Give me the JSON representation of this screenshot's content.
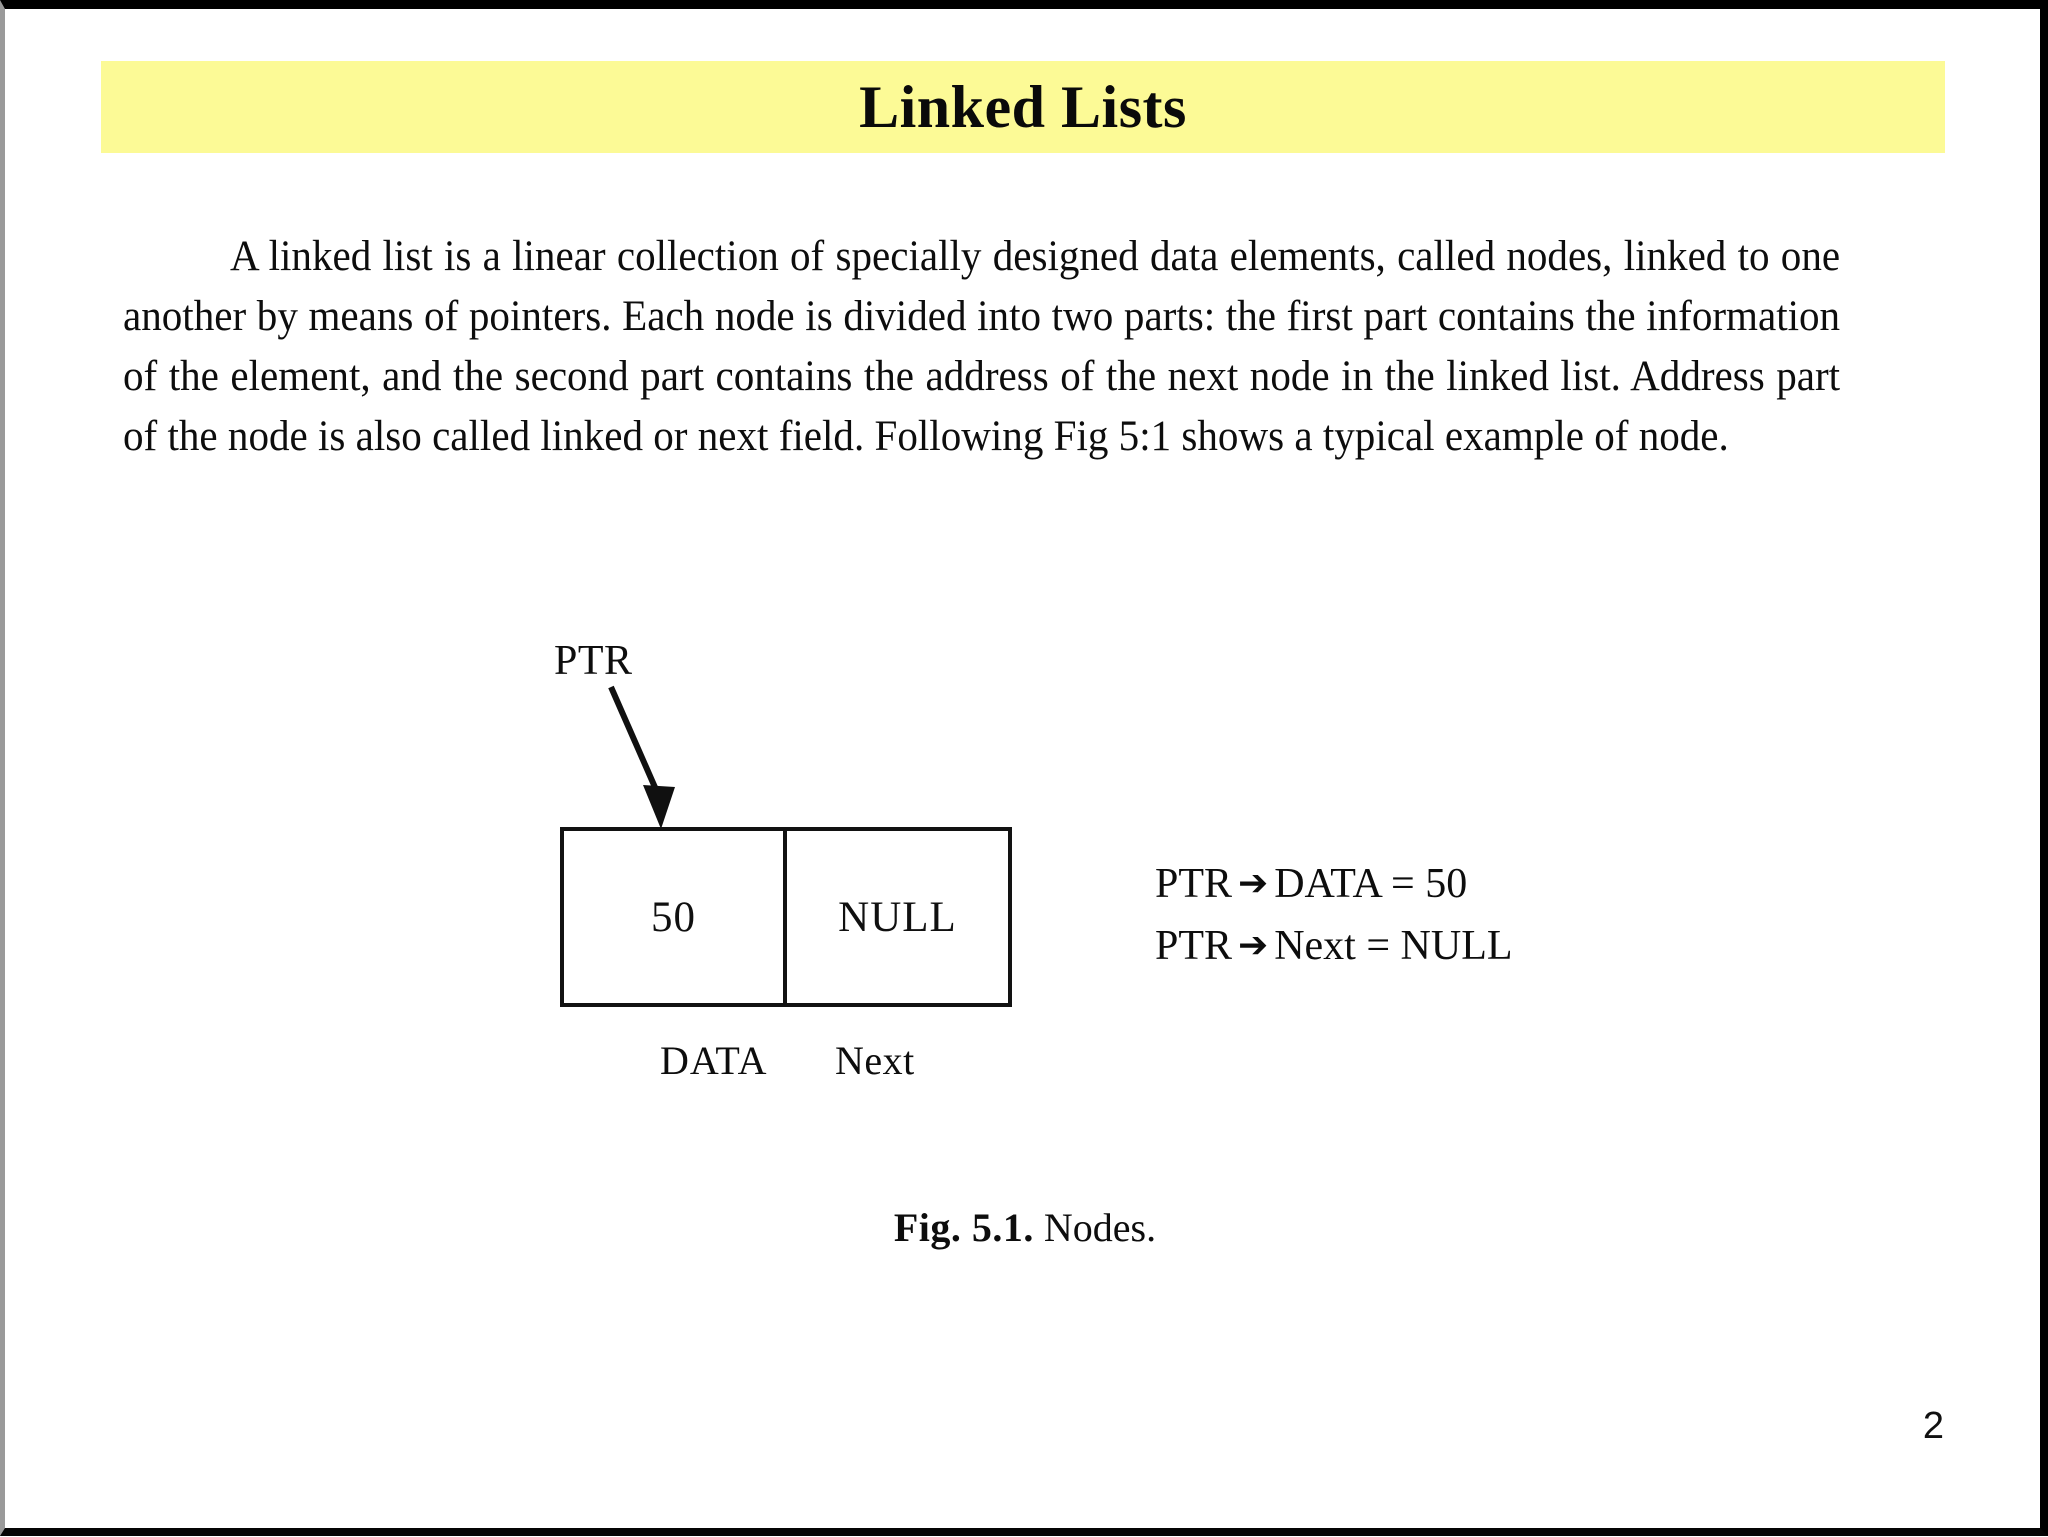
{
  "slide": {
    "title": "Linked Lists",
    "banner_color": "#fcfa96",
    "background_color": "#ffffff",
    "text_color": "#0d0d0d",
    "page_number": "2"
  },
  "body": {
    "paragraph": "A linked list is a linear collection of specially designed data elements, called nodes, linked to one another by means of pointers. Each node is divided into two parts: the first part contains the information of the element, and the second part contains the address of the next node in the linked list. Address part of the node is also called linked or next field. Following Fig 5:1 shows a typical example of node."
  },
  "figure": {
    "pointer_label": "PTR",
    "node": {
      "data_value": "50",
      "next_value": "NULL",
      "data_caption": "DATA",
      "next_caption": "Next"
    },
    "annotations": [
      {
        "pointer": "PTR",
        "arrow": "➔",
        "expression": "DATA = 50"
      },
      {
        "pointer": "PTR",
        "arrow": "➔",
        "expression": "Next = NULL"
      }
    ],
    "caption_number": "Fig. 5.1.",
    "caption_name": "Nodes."
  }
}
